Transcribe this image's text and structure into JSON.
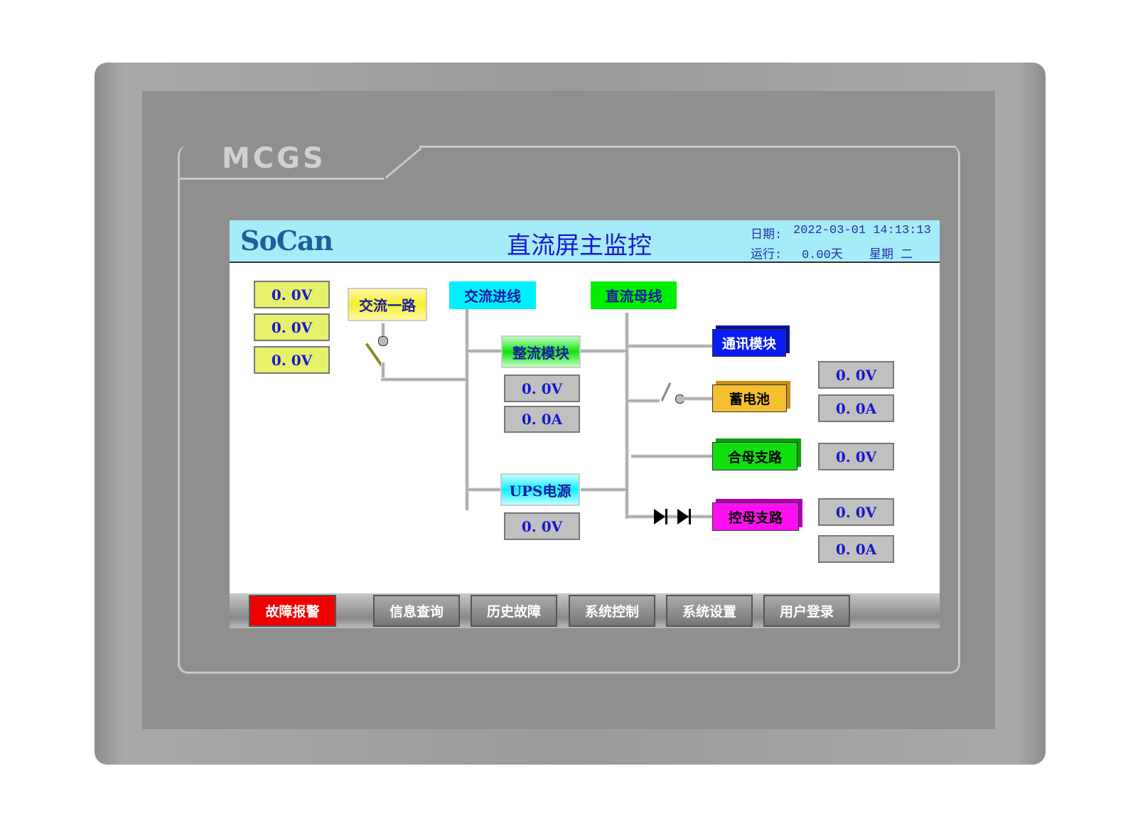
{
  "device": {
    "brand": "MCGS"
  },
  "header": {
    "logo": "SoCan",
    "title": "直流屏主监控",
    "date_label": "日期:",
    "date_value": "2022-03-01 14:13:13",
    "run_label": "运行:",
    "run_value": "0.00天",
    "weekday": "星期 二"
  },
  "ac_input": {
    "voltages": [
      "0. 0V",
      "0. 0V",
      "0. 0V"
    ],
    "label": "交流一路"
  },
  "bus": {
    "ac_line": "交流进线",
    "dc_bus": "直流母线"
  },
  "rectifier": {
    "label": "整流模块",
    "voltage": "0. 0V",
    "current": "0. 0A"
  },
  "ups": {
    "label": "UPS电源",
    "voltage": "0. 0V"
  },
  "comm": {
    "label": "通讯模块"
  },
  "battery": {
    "label": "蓄电池",
    "voltage": "0. 0V",
    "current": "0. 0A"
  },
  "closing_branch": {
    "label": "合母支路",
    "voltage": "0. 0V"
  },
  "control_branch": {
    "label": "控母支路",
    "voltage": "0. 0V",
    "current": "0. 0A"
  },
  "nav": {
    "alarm": "故障报警",
    "info": "信息查询",
    "history": "历史故障",
    "control": "系统控制",
    "settings": "系统设置",
    "login": "用户登录"
  },
  "colors": {
    "alarm": "#ff0000",
    "header": "#a6ecf8"
  }
}
